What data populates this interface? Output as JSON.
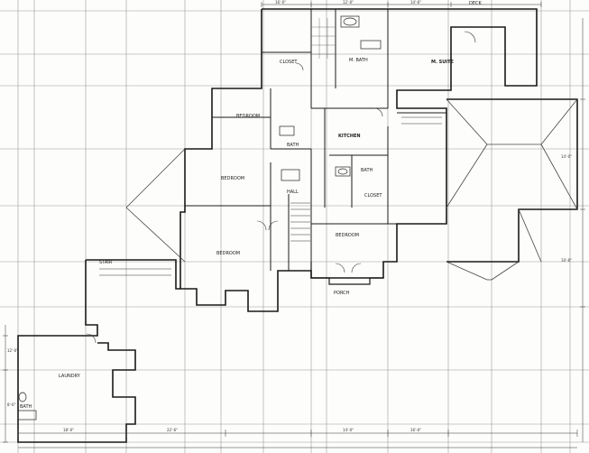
{
  "drawing": {
    "paper_color": "#fdfdfb",
    "line_color": "#1a1a1a",
    "grid_color": "#9a9a9a",
    "room_labels": {
      "m_suite": "M. SUITE",
      "m_bath": "M. BATH",
      "closet": "CLOSET",
      "deck": "DECK",
      "kitchen": "KITCHEN",
      "bedroom_1": "BEDROOM",
      "bedroom_2": "BEDROOM",
      "bedroom_3": "BEDROOM",
      "bedroom_4": "BEDROOM",
      "bath_1": "BATH",
      "bath_2": "BATH",
      "bath_3": "BATH",
      "closet_2": "CLOSET",
      "laundry": "LAUNDRY",
      "hall": "HALL",
      "stair": "STAIR",
      "porch": "PORCH"
    },
    "dimensions": {
      "top_1": "16'-0\"",
      "top_2": "12'-0\"",
      "top_3": "14'-6\"",
      "bottom_1": "18'-0\"",
      "bottom_2": "22'-6\"",
      "bottom_3": "14'-0\"",
      "bottom_4": "16'-0\"",
      "left_1": "12'-0\"",
      "left_2": "8'-6\"",
      "right_1": "14'-0\"",
      "right_2": "10'-6\""
    }
  }
}
